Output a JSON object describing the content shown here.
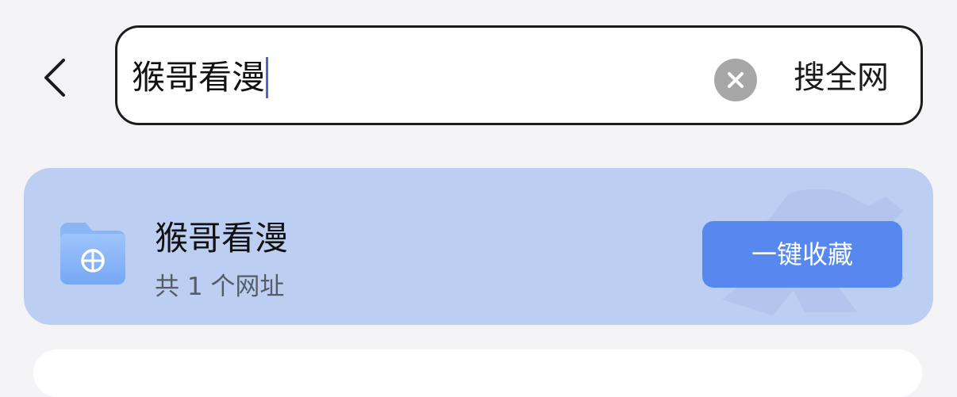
{
  "header": {
    "back_icon": "chevron-left-icon",
    "search": {
      "value": "猴哥看漫",
      "clear_icon": "close-circle-icon",
      "search_all_label": "搜全网"
    }
  },
  "results": [
    {
      "icon": "folder-globe-icon",
      "title": "猴哥看漫",
      "subtitle": "共 1 个网址",
      "action_label": "一键收藏"
    }
  ],
  "colors": {
    "page_background": "#f4f4f7",
    "card_background": "#bccff3",
    "accent": "#5788f0",
    "caret": "#4b63d8",
    "clear_button": "#a7a7a7"
  }
}
